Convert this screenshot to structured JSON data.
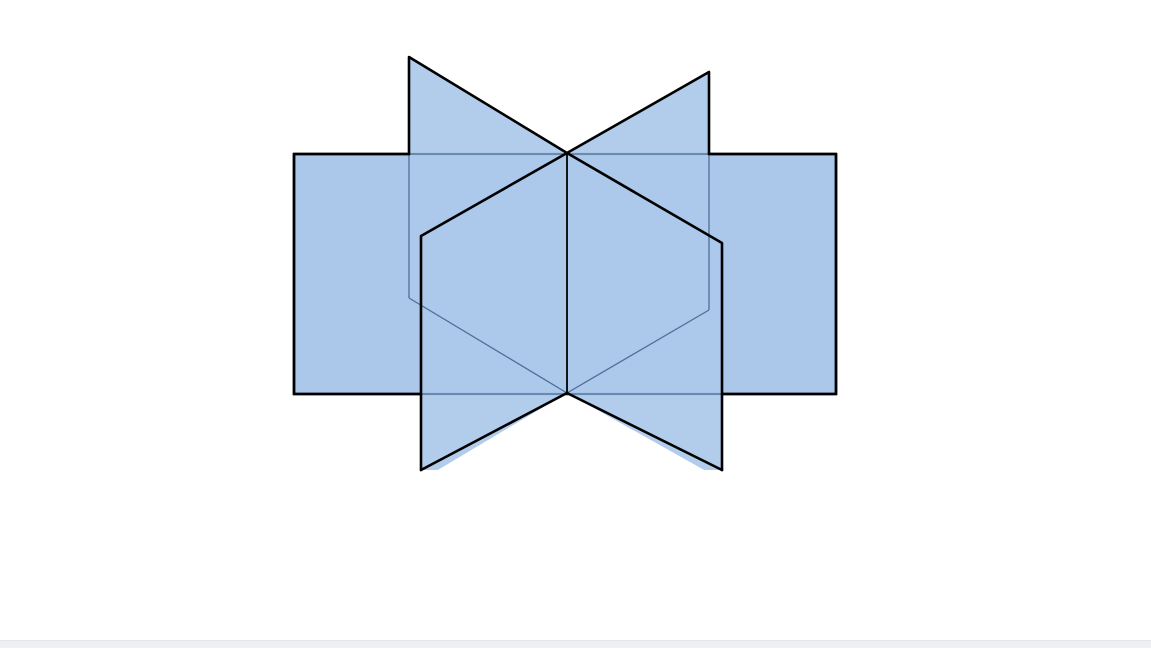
{
  "figure": {
    "description_icon": "intersecting-planes-icon",
    "planes": [
      {
        "id": "horizontal-rectangle",
        "kind": "rectangle"
      },
      {
        "id": "back-slanted-plane",
        "kind": "parallelogram"
      },
      {
        "id": "front-slanted-plane",
        "kind": "parallelogram"
      }
    ],
    "colors": {
      "fill": "#abc8ea",
      "edge": "#000000",
      "hidden_edge": "#4d6f9a",
      "background": "#ffffff",
      "footer": "#eef0f3"
    }
  }
}
